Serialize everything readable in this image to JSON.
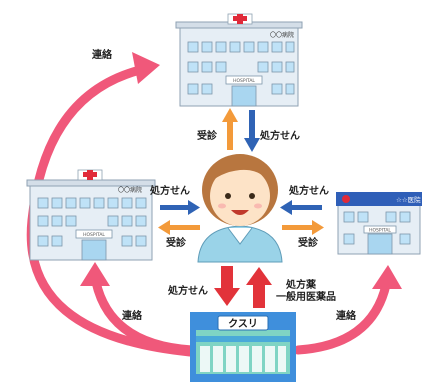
{
  "hospital_top": {
    "sign": "〇〇病院",
    "plate": "HOSPITAL"
  },
  "hospital_left": {
    "sign": "〇〇病院",
    "plate": "HOSPITAL"
  },
  "clinic_right": {
    "sign": "☆☆医院",
    "plate": "HOSPITAL"
  },
  "pharmacy": {
    "sign": "クスリ"
  },
  "labels": {
    "renraku_top": "連絡",
    "renraku_bottom_left": "連絡",
    "renraku_bottom_right": "連絡",
    "jushin_top": "受診",
    "shohosen_top": "処方せん",
    "shohosen_left": "処方せん",
    "jushin_left": "受診",
    "shohosen_right": "処方せん",
    "jushin_right": "受診",
    "shohosen_bottom": "処方せん",
    "shohoyaku": "処方薬",
    "ippan": "一般用医薬品"
  },
  "colors": {
    "link_arrow": "#f0587a",
    "prescription_arrow": "#2f63b5",
    "visit_arrow": "#f39a3a",
    "pharmacy_arrow": "#e2333a",
    "building_wall": "#e6eef5",
    "window": "#bfe2f7",
    "pharmacy_green": "#7fd4c4",
    "pharmacy_blue": "#3f8fdc",
    "person_shirt": "#9ad3e8",
    "person_hair": "#b8763f"
  }
}
